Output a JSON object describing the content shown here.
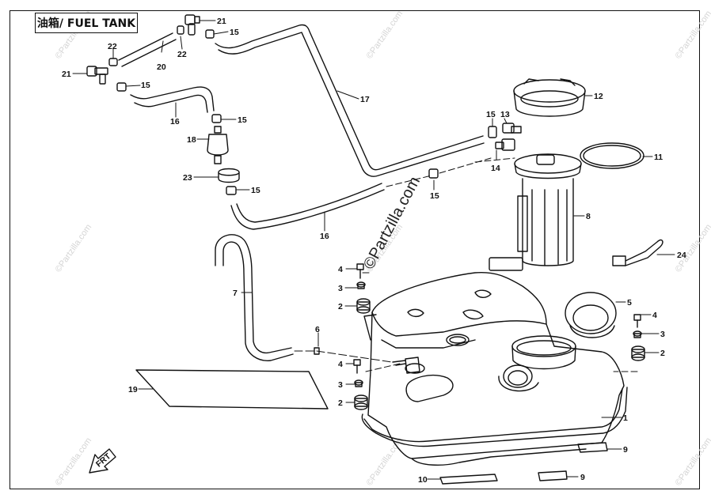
{
  "title": "油箱/ FUEL TANK",
  "watermark": "©Partzilla.com",
  "watermark_big": "©Partzilla.com",
  "parts": [
    {
      "id": "21a",
      "label": "21"
    },
    {
      "id": "15a",
      "label": "15"
    },
    {
      "id": "22a",
      "label": "22"
    },
    {
      "id": "20",
      "label": "20"
    },
    {
      "id": "22b",
      "label": "22"
    },
    {
      "id": "21b",
      "label": "21"
    },
    {
      "id": "15b",
      "label": "15"
    },
    {
      "id": "16a",
      "label": "16"
    },
    {
      "id": "15c",
      "label": "15"
    },
    {
      "id": "18",
      "label": "18"
    },
    {
      "id": "23",
      "label": "23"
    },
    {
      "id": "15d",
      "label": "15"
    },
    {
      "id": "17",
      "label": "17"
    },
    {
      "id": "16b",
      "label": "16"
    },
    {
      "id": "15e",
      "label": "15"
    },
    {
      "id": "15f",
      "label": "15"
    },
    {
      "id": "13",
      "label": "13"
    },
    {
      "id": "14",
      "label": "14"
    },
    {
      "id": "12",
      "label": "12"
    },
    {
      "id": "11",
      "label": "11"
    },
    {
      "id": "8",
      "label": "8"
    },
    {
      "id": "24",
      "label": "24"
    },
    {
      "id": "7",
      "label": "7"
    },
    {
      "id": "6",
      "label": "6"
    },
    {
      "id": "4a",
      "label": "4"
    },
    {
      "id": "3a",
      "label": "3"
    },
    {
      "id": "2a",
      "label": "2"
    },
    {
      "id": "5",
      "label": "5"
    },
    {
      "id": "4b",
      "label": "4"
    },
    {
      "id": "3b",
      "label": "3"
    },
    {
      "id": "2b",
      "label": "2"
    },
    {
      "id": "4c",
      "label": "4"
    },
    {
      "id": "3c",
      "label": "3"
    },
    {
      "id": "2c",
      "label": "2"
    },
    {
      "id": "19",
      "label": "19"
    },
    {
      "id": "1",
      "label": "1"
    },
    {
      "id": "9a",
      "label": "9"
    },
    {
      "id": "9b",
      "label": "9"
    },
    {
      "id": "10",
      "label": "10"
    }
  ],
  "front_arrow": "FRT"
}
